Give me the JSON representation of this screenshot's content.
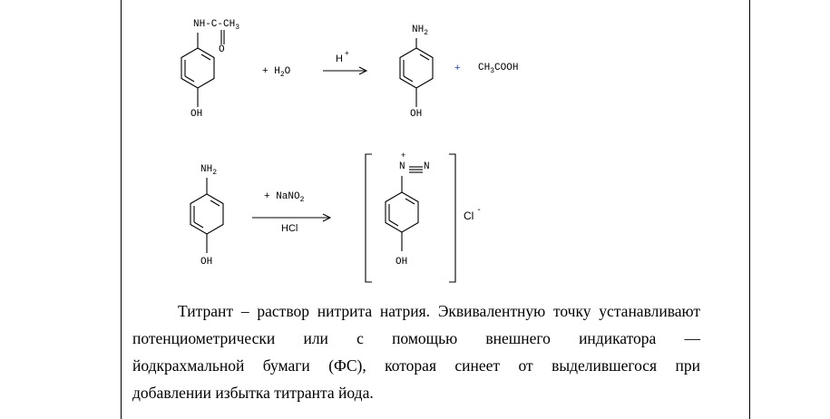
{
  "reaction1": {
    "acetamide_group": "NH-C-CH",
    "acetamide_sub": "3",
    "carbonyl_o": "O",
    "oh_left": "OH",
    "plus_water": "+ H",
    "water_sub": "2",
    "water_o": "O",
    "catalyst": "H",
    "catalyst_charge": "+",
    "amine_top": "NH",
    "amine_sub": "2",
    "oh_right": "OH",
    "plus": "+",
    "acetic_acid_pre": "CH",
    "acetic_acid_sub": "3",
    "acetic_acid_post": "COOH"
  },
  "reaction2": {
    "amine_top": "NH",
    "amine_sub": "2",
    "oh_left": "OH",
    "reagent_above": "+ NaNO",
    "reagent_sub": "2",
    "reagent_below": "HCl",
    "diazo_charge": "+",
    "diazo_n1": "N",
    "diazo_n2": "N",
    "oh_product": "OH",
    "counterion": "Cl",
    "counterion_charge": "-"
  },
  "paragraph": {
    "line1": "Титрант – раствор нитрита натрия. Эквивалентную точку устанавливают",
    "line2": "потенциометрически или с помощью внешнего индикатора —",
    "line3": "йодкрахмальной бумаги (ФС), которая синеет от выделившегося при",
    "line4": "добавлении избытка титранта йода."
  }
}
